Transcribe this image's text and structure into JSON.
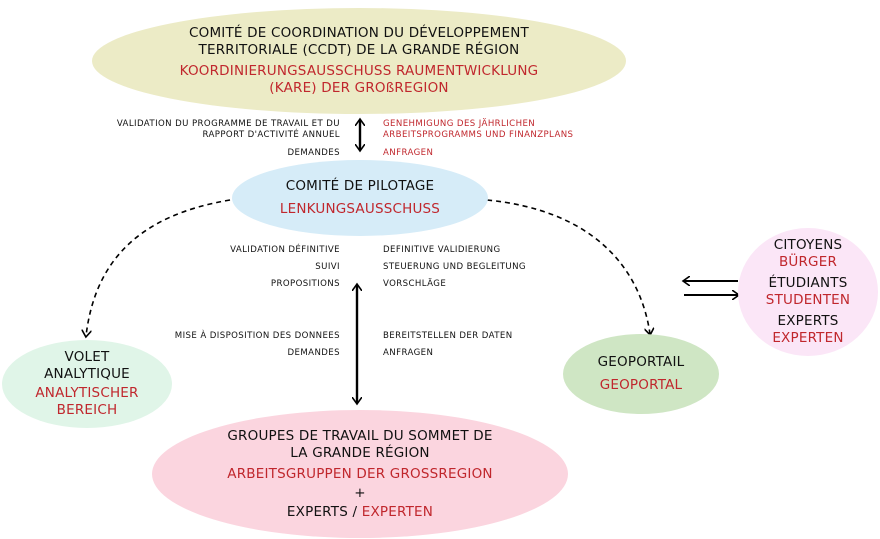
{
  "ccdt": {
    "fr_line1": "COMITÉ DE COORDINATION DU DÉVELOPPEMENT",
    "fr_line2": "TERRITORIALE (CCDT) DE LA GRANDE RÉGION",
    "de_line1": "KOORDINIERUNGSAUSSCHUSS RAUMENTWICKLUNG",
    "de_line2": "(KARE) DER GROßREGION",
    "color": "#ecebc6"
  },
  "top_labels": {
    "left_line1": "VALIDATION DU PROGRAMME DE TRAVAIL ET DU",
    "left_line2": "RAPPORT D'ACTIVITÉ ANNUEL",
    "left_demandes": "DEMANDES",
    "right_line1": "GENEHMIGUNG DES JÄHRLICHEN",
    "right_line2": "ARBEITSPROGRAMMS UND FINANZPLANS",
    "right_anfragen": "ANFRAGEN"
  },
  "pilotage": {
    "fr": "COMITÉ DE PILOTAGE",
    "de": "LENKUNGSAUSSCHUSS",
    "color": "#d6ecf8"
  },
  "middle_labels": {
    "left": [
      "VALIDATION DÉFINITIVE",
      "SUIVI",
      "PROPOSITIONS"
    ],
    "right": [
      "DEFINITIVE VALIDIERUNG",
      "STEUERUNG UND BEGLEITUNG",
      "VORSCHLÄGE"
    ]
  },
  "lower_labels": {
    "left": [
      "MISE À DISPOSITION DES DONNEES",
      "DEMANDES"
    ],
    "right": [
      "BEREITSTELLEN DER DATEN",
      "ANFRAGEN"
    ]
  },
  "volet": {
    "fr_line1": "VOLET",
    "fr_line2": "ANALYTIQUE",
    "de_line1": "ANALYTISCHER",
    "de_line2": "BEREICH",
    "color": "#e0f5e8"
  },
  "geoportail": {
    "fr": "GEOPORTAIL",
    "de": "GEOPORTAL",
    "color": "#cfe6c4"
  },
  "citoyens": {
    "fr1": "CITOYENS",
    "de1": "BÜRGER",
    "fr2": "ÉTUDIANTS",
    "de2": "STUDENTEN",
    "fr3": "EXPERTS",
    "de3": "EXPERTEN",
    "color": "#fbe6f7"
  },
  "groupes": {
    "fr_line1": "GROUPES DE TRAVAIL DU SOMMET DE",
    "fr_line2": "LA GRANDE RÉGION",
    "de_line1": "ARBEITSGRUPPEN DER GROSSREGION",
    "plus": "+",
    "experts_fr": "EXPERTS /",
    "experts_de": "EXPERTEN",
    "color": "#fbd5df"
  }
}
